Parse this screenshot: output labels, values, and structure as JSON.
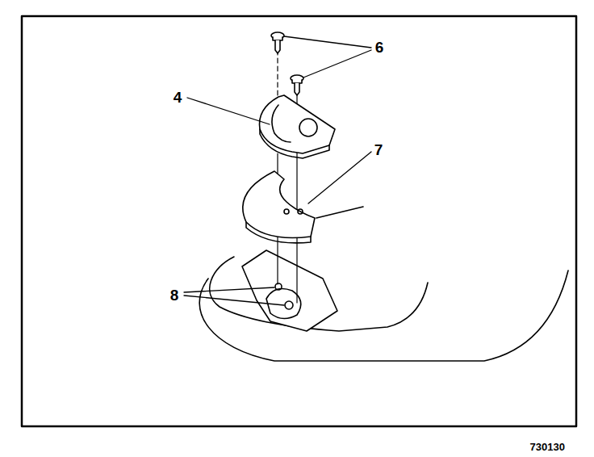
{
  "diagram": {
    "labels": [
      "6",
      "4",
      "7",
      "8",
      "730130"
    ]
  }
}
